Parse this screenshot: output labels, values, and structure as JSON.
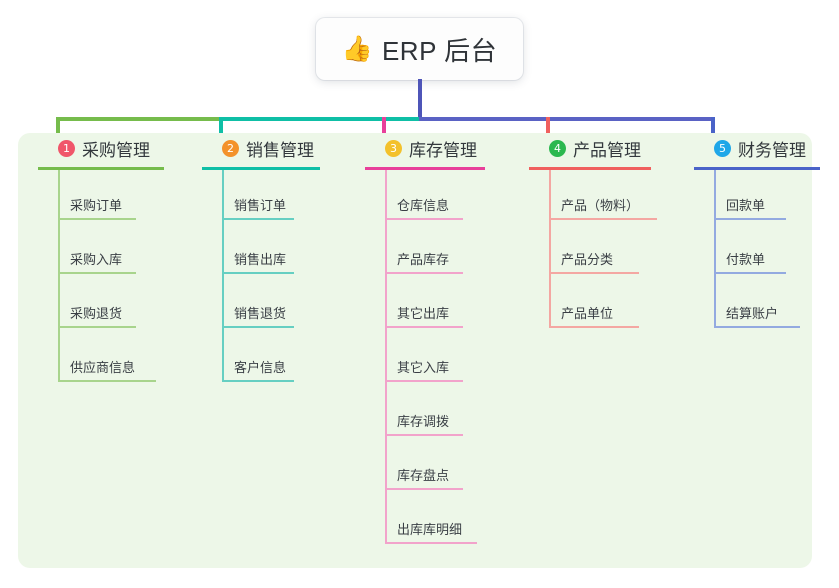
{
  "diagram": {
    "type": "mind-map",
    "root": {
      "icon": "thumbs-up-icon",
      "icon_glyph": "👍",
      "title": "ERP 后台"
    },
    "trunk_color": "#4e55b8",
    "panel_color": "#edf7e8",
    "connector_segments": [
      {
        "name": "segment-green",
        "color": "#76bc4c"
      },
      {
        "name": "segment-teal",
        "color": "#0fbfa6"
      },
      {
        "name": "segment-blue",
        "color": "#5a62c4"
      }
    ],
    "branches": [
      {
        "number": "1",
        "label": "采购管理",
        "badge_color": "#f0566a",
        "line_color": "#76bc4c",
        "leaf_color": "#a8d48c",
        "items": [
          "采购订单",
          "采购入库",
          "采购退货",
          "供应商信息"
        ]
      },
      {
        "number": "2",
        "label": "销售管理",
        "badge_color": "#f3922b",
        "line_color": "#0fbfa6",
        "leaf_color": "#66cfc2",
        "items": [
          "销售订单",
          "销售出库",
          "销售退货",
          "客户信息"
        ]
      },
      {
        "number": "3",
        "label": "库存管理",
        "badge_color": "#f3c12b",
        "line_color": "#e8409a",
        "leaf_color": "#f2a3cb",
        "items": [
          "仓库信息",
          "产品库存",
          "其它出库",
          "其它入库",
          "库存调拨",
          "库存盘点",
          "出库库明细"
        ]
      },
      {
        "number": "4",
        "label": "产品管理",
        "badge_color": "#2bb84f",
        "line_color": "#f0605e",
        "leaf_color": "#f4a7a2",
        "items": [
          "产品（物料）",
          "产品分类",
          "产品单位"
        ]
      },
      {
        "number": "5",
        "label": "财务管理",
        "badge_color": "#1fa7e8",
        "line_color": "#4a63c8",
        "leaf_color": "#93aae0",
        "items": [
          "回款单",
          "付款单",
          "结算账户"
        ]
      }
    ]
  }
}
